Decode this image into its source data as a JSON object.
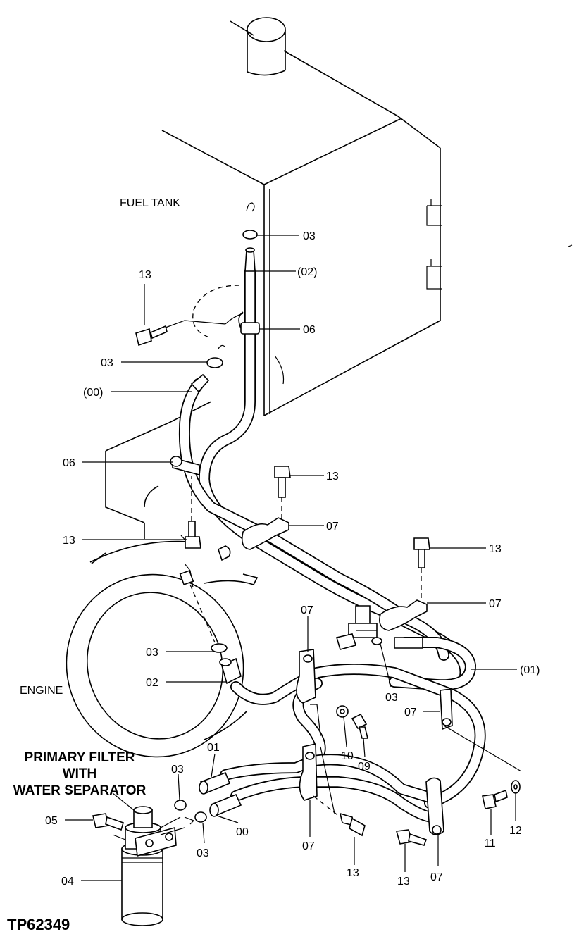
{
  "labels": {
    "fuel_tank": "FUEL TANK",
    "engine": "ENGINE",
    "primary_filter_line1": "PRIMARY FILTER",
    "primary_filter_line2": "WITH",
    "primary_filter_line3": "WATER SEPARATOR",
    "drawing_code": "TP62349"
  },
  "callouts": {
    "c03_top": "03",
    "c02_paren": "(02)",
    "c13_tank": "13",
    "c06_upper": "06",
    "c03_left": "03",
    "c00_paren": "(00)",
    "c06_mid": "06",
    "c13_mid": "13",
    "c07_mid": "07",
    "c13_leftmid": "13",
    "c13_right": "13",
    "c07_right": "07",
    "c07_center": "07",
    "c01_paren": "(01)",
    "c03_engine": "03",
    "c02_engine": "02",
    "c03_valve": "03",
    "c07_lower_right": "07",
    "c10": "10",
    "c09": "09",
    "c01_lower": "01",
    "c03_filter_a": "03",
    "c03_filter_b": "03",
    "c05": "05",
    "c00_lower": "00",
    "c04": "04",
    "c07_bottom_a": "07",
    "c13_bottom_a": "13",
    "c13_bottom_b": "13",
    "c07_bottom_b": "07",
    "c11": "11",
    "c12": "12"
  }
}
